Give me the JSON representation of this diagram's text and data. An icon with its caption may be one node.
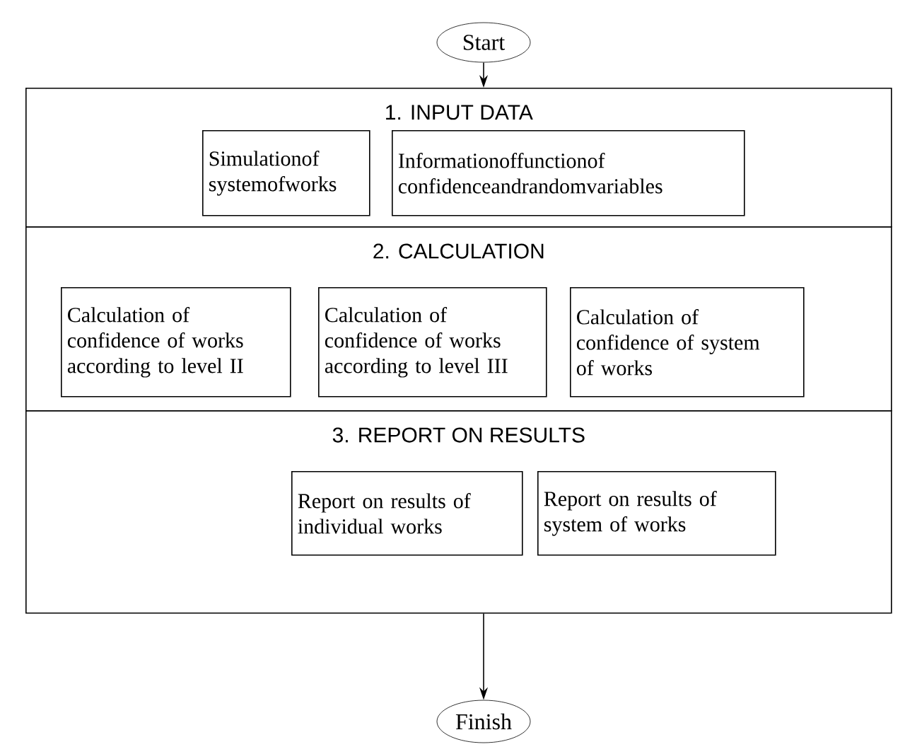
{
  "diagram": {
    "nodes": [
      {
        "text": [
          "Start"
        ]
      },
      {
        "text": [
          "1. INPUT  DATA"
        ]
      },
      {
        "text": [
          "Simulationof systemofworks"
        ],
        "in": 1
      },
      {
        "text": [
          "Informationoffunctionof confidenceandrandomvariables"
        ],
        "in": 1
      },
      {
        "text": [
          "2. CALCULATION"
        ]
      },
      {
        "text": [
          "Calculation of confidence of works according to level II"
        ],
        "in": 4
      },
      {
        "text": [
          "Calculation of confidence of works according to level III"
        ],
        "in": 4
      },
      {
        "text": [
          "Calculation of confidence of system of works"
        ],
        "in": 4
      },
      {
        "text": [
          "3. REPORT ON RESULTS"
        ]
      },
      {
        "text": [
          "Report on results of individual works"
        ],
        "in": 8
      },
      {
        "text": [
          "Report on results of system of works"
        ],
        "in": 8
      },
      {
        "text": [
          "Finish"
        ]
      }
    ],
    "edges": [
      {
        "from": 0,
        "to": 1,
        "arrow": "to"
      },
      {
        "from": 8,
        "to": 11,
        "arrow": "to"
      }
    ]
  }
}
